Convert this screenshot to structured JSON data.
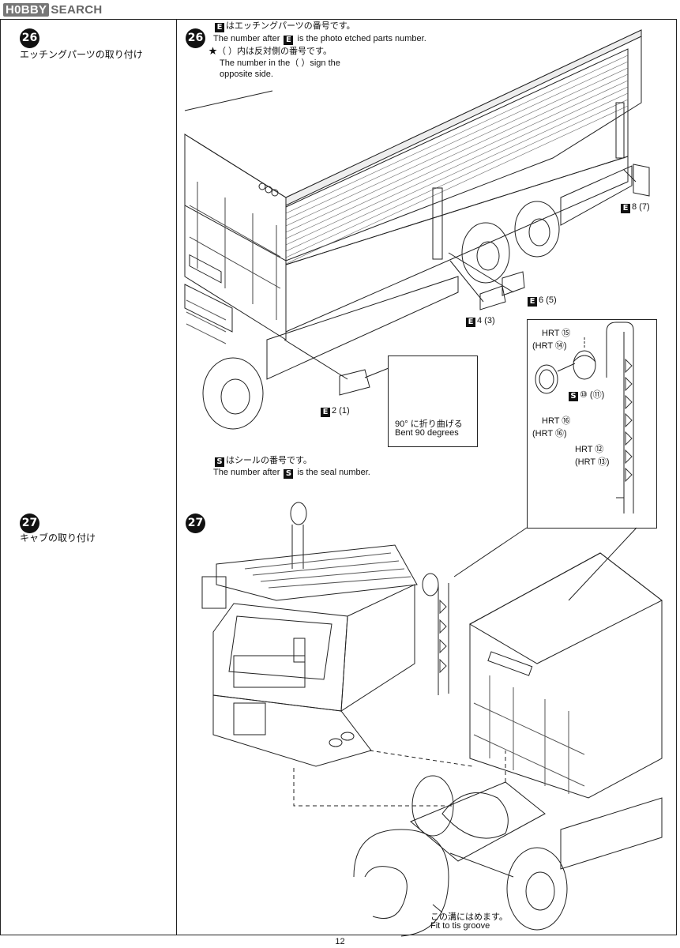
{
  "watermark": {
    "brand": "H0BBY",
    "suffix": "SEARCH"
  },
  "step26": {
    "number": "26",
    "title": "エッチングパーツの取り付け",
    "note_line1_tag": "E",
    "note_line1": "はエッチングパーツの番号です。",
    "note_line2_pre": "The number after",
    "note_line2_tag": "E",
    "note_line2_post": "is the photo etched parts  number.",
    "note_line3": "★（  ）内は反対側の番号です。",
    "note_line4": "The number in the（  ）sign the",
    "note_line5": "opposite side.",
    "parts": [
      {
        "tag": "E",
        "text": "8 (7)"
      },
      {
        "tag": "E",
        "text": "6 (5)"
      },
      {
        "tag": "E",
        "text": "4 (3)"
      },
      {
        "tag": "E",
        "text": "2 (1)"
      }
    ],
    "bend_jp": "90° に折り曲げる",
    "bend_en": "Bent 90 degrees",
    "seal_line1_tag": "S",
    "seal_line1": "はシールの番号です。",
    "seal_line2_pre": "The number after",
    "seal_line2_tag": "S",
    "seal_line2_post": "is the seal number."
  },
  "inset_hrt": {
    "hrt15": "HRT ⑮",
    "hrt14": "(HRT ⑭)",
    "seal_tag": "S",
    "seal": "⑩ (⑪)",
    "hrt16": "HRT ⑯",
    "hrt16b": "(HRT ⑯)",
    "hrt12": "HRT ⑫",
    "hrt13": "(HRT ⑬)"
  },
  "step27": {
    "number": "27",
    "title": "キャブの取り付け",
    "groove_jp": "この溝にはめます。",
    "groove_en": "Fit to tis groove"
  },
  "page": {
    "number": "12"
  }
}
